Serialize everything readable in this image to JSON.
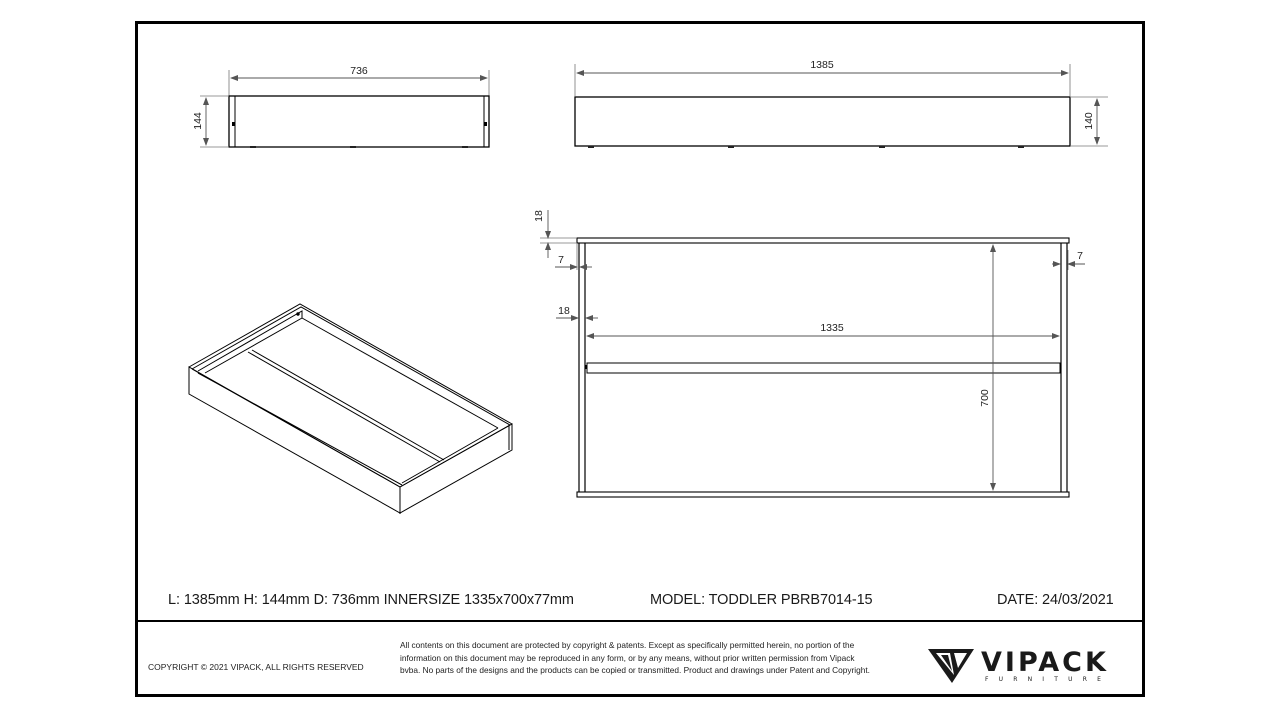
{
  "drawing": {
    "front_view": {
      "width_label": "736",
      "height_label": "144"
    },
    "side_view": {
      "length_label": "1385",
      "height_label": "140"
    },
    "top_view": {
      "top_panel_label": "18",
      "left_gap_label": "7",
      "left_panel_label": "18",
      "right_gap_label": "7",
      "inner_length_label": "1335",
      "inner_depth_label": "700"
    },
    "isometric_view": {
      "description": "Isometric view of drawer tray with center slat"
    }
  },
  "info": {
    "dimensions": "L: 1385mm H: 144mm D: 736mm INNERSIZE 1335x700x77mm",
    "model": "MODEL: TODDLER PBRB7014-15",
    "date": "DATE: 24/03/2021"
  },
  "footer": {
    "copyright": "COPYRIGHT  © 2021 VIPACK, ALL RIGHTS RESERVED",
    "legal": "All contents on this document are protected by copyright & patents. Except as specifically permitted herein, no portion of the information on this document may be reproduced in any form, or by any means, without prior written permission from Vipack bvba. No parts of the designs and the products can be copied or transmitted. Product and drawings under Patent and Copyright.",
    "logo": {
      "name": "VIPACK",
      "sub": "FURNITURE",
      "icon": "vipack-v-logo-icon"
    }
  },
  "colors": {
    "line": "#000000",
    "dim_line": "#555555",
    "text": "#1a1a1a",
    "background": "#ffffff"
  }
}
